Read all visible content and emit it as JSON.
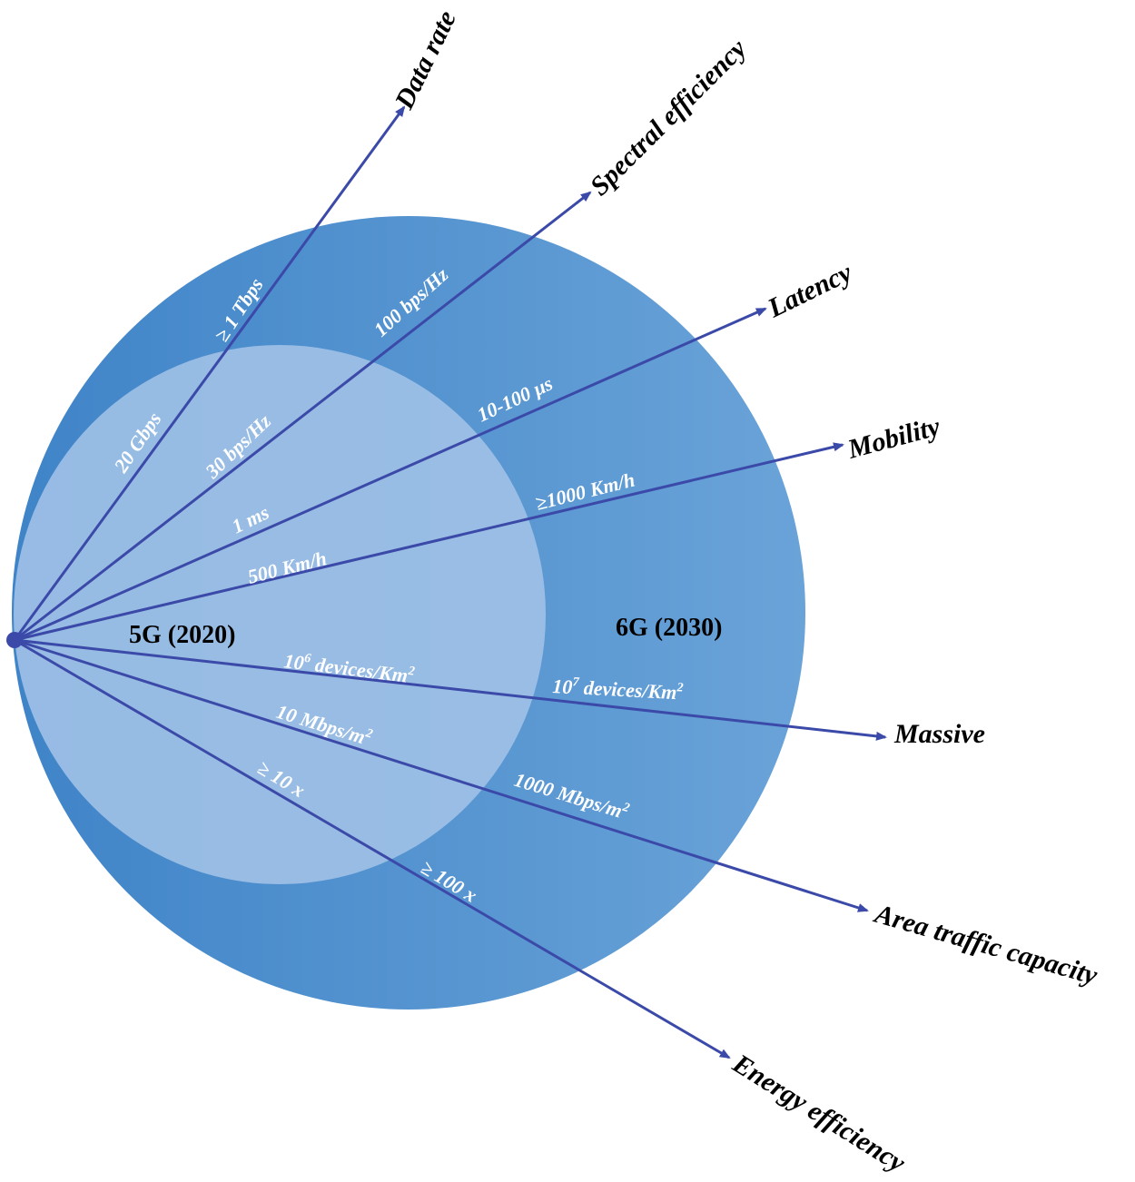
{
  "diagram": {
    "generations": {
      "g5": "5G (2020)",
      "g6": "6G (2030)"
    },
    "axes": [
      {
        "id": "data-rate",
        "name": "Data rate",
        "value_5g": "20 Gbps",
        "value_6g": "≥ 1 Tbps"
      },
      {
        "id": "spectral",
        "name": "Spectral efficiency",
        "value_5g": "30 bps/Hz",
        "value_6g": "100 bps/Hz"
      },
      {
        "id": "latency",
        "name": "Latency",
        "value_5g": "1 ms",
        "value_6g": "10-100 μs"
      },
      {
        "id": "mobility",
        "name": "Mobility",
        "value_5g": "500 Km/h",
        "value_6g": "≥1000 Km/h"
      },
      {
        "id": "massive",
        "name": "Massive",
        "value_5g": {
          "a": "10",
          "sup": "6",
          "b": " devices/Km",
          "sup2": "2"
        },
        "value_6g": {
          "a": "10",
          "sup": "7",
          "b": " devices/Km",
          "sup2": "2"
        }
      },
      {
        "id": "area-traffic",
        "name": "Area traffic capacity",
        "value_5g": {
          "a": "10 Mbps/m",
          "sup": "2"
        },
        "value_6g": {
          "a": "1000 Mbps/m",
          "sup": "2"
        }
      },
      {
        "id": "energy",
        "name": "Energy efficiency",
        "value_5g": "≥ 10 x",
        "value_6g": "≥ 100 x"
      }
    ],
    "colors": {
      "outer_fill": "#5b9bd5",
      "outer_dark": "#3f84c8",
      "inner_fill": "#9ec0e6",
      "arrow": "#3b4aa8",
      "value_text": "#ffffff",
      "label_text": "#000000"
    }
  }
}
